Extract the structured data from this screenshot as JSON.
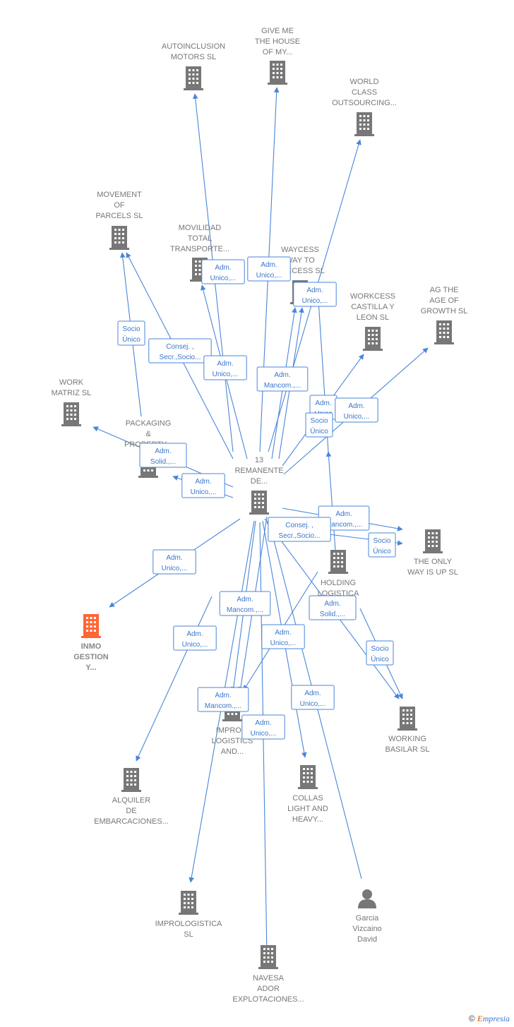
{
  "colors": {
    "edge": "#4a86d8",
    "building": "#777777",
    "highlight": "#ff6633",
    "label_text": "#3a76c8"
  },
  "nodes": [
    {
      "id": "autoinclusion",
      "icon": "building-icon",
      "label": [
        "AUTOINCLUSION",
        "MOTORS  SL"
      ]
    },
    {
      "id": "give_me",
      "icon": "building-icon",
      "label": [
        "GIVE ME",
        "THE HOUSE",
        "OF MY..."
      ]
    },
    {
      "id": "world_class",
      "icon": "building-icon",
      "label": [
        "WORLD",
        "CLASS",
        "OUTSOURCING..."
      ]
    },
    {
      "id": "movement",
      "icon": "building-icon",
      "label": [
        "MOVEMENT",
        "OF",
        "PARCELS  SL"
      ]
    },
    {
      "id": "movilidad",
      "icon": "building-icon",
      "label": [
        "MOVILIDAD",
        "TOTAL",
        "TRANSPORTE..."
      ]
    },
    {
      "id": "waycess",
      "icon": "building-icon",
      "label": [
        "WAYCESS",
        "WAY TO",
        "SUCCESS  SL"
      ]
    },
    {
      "id": "workcess",
      "icon": "building-icon",
      "label": [
        "WORKCESS",
        "CASTILLA Y",
        "LEON  SL"
      ]
    },
    {
      "id": "ag_the_age",
      "icon": "building-icon",
      "label": [
        "AG THE",
        "AGE OF",
        "GROWTH  SL"
      ]
    },
    {
      "id": "work_matriz",
      "icon": "building-icon",
      "label": [
        "WORK",
        "MATRIZ  SL"
      ]
    },
    {
      "id": "packaging",
      "icon": "building-icon",
      "label": [
        "PACKAGING",
        "&",
        "PROPERTY..."
      ]
    },
    {
      "id": "remanente",
      "icon": "building-icon",
      "label": [
        "13",
        "REMANENTE",
        "DE..."
      ]
    },
    {
      "id": "the_only_way",
      "icon": "building-icon",
      "label": [
        "THE ONLY",
        "WAY IS UP  SL"
      ]
    },
    {
      "id": "holding",
      "icon": "building-icon",
      "label": [
        "HOLDING",
        "LOGISTICA",
        "..."
      ]
    },
    {
      "id": "inmo",
      "icon": "building-icon",
      "label": [
        "INMO",
        "GESTION",
        "Y..."
      ],
      "highlight": true
    },
    {
      "id": "working_basilar",
      "icon": "building-icon",
      "label": [
        "WORKING",
        "BASILAR  SL"
      ]
    },
    {
      "id": "improvi",
      "icon": "building-icon",
      "label": [
        "IMPROVI",
        "LOGISTICS",
        "AND..."
      ]
    },
    {
      "id": "alquiler",
      "icon": "building-icon",
      "label": [
        "ALQUILER",
        "DE",
        "EMBARCACIONES..."
      ]
    },
    {
      "id": "collas",
      "icon": "building-icon",
      "label": [
        "COLLAS",
        "LIGHT AND",
        "HEAVY..."
      ]
    },
    {
      "id": "improlog",
      "icon": "building-icon",
      "label": [
        "IMPROLOGISTICA",
        "SL"
      ]
    },
    {
      "id": "garcia",
      "icon": "person-icon",
      "label": [
        "Garcia",
        "Vizcaino",
        "David"
      ]
    },
    {
      "id": "navesa",
      "icon": "building-icon",
      "label": [
        "NAVESA",
        "ADOR",
        "EXPLOTACIONES..."
      ]
    }
  ],
  "edge_labels": [
    {
      "id": "l1",
      "lines": [
        "Adm.",
        "Unico,..."
      ]
    },
    {
      "id": "l2",
      "lines": [
        "Adm.",
        "Unico,..."
      ]
    },
    {
      "id": "l3",
      "lines": [
        "Adm.",
        "Unico,..."
      ]
    },
    {
      "id": "l4",
      "lines": [
        "Socio",
        "Único"
      ]
    },
    {
      "id": "l5",
      "lines": [
        "Consej. ,",
        "Secr.,Socio..."
      ]
    },
    {
      "id": "l6",
      "lines": [
        "Adm.",
        "Unico,..."
      ]
    },
    {
      "id": "l7",
      "lines": [
        "Adm.",
        "Mancom.,..."
      ]
    },
    {
      "id": "l8",
      "lines": [
        "Adm.",
        "Unico"
      ]
    },
    {
      "id": "l9",
      "lines": [
        "Socio",
        "Único"
      ]
    },
    {
      "id": "l10",
      "lines": [
        "Adm.",
        "Unico,..."
      ]
    },
    {
      "id": "l11",
      "lines": [
        "Adm.",
        "Solid.,..."
      ]
    },
    {
      "id": "l12",
      "lines": [
        "Adm.",
        "Unico,..."
      ]
    },
    {
      "id": "l13",
      "lines": [
        "Adm.",
        "Mancom.,..."
      ]
    },
    {
      "id": "l14",
      "lines": [
        "Consej. ,",
        "Secr.,Socio..."
      ]
    },
    {
      "id": "l15",
      "lines": [
        "Socio",
        "Único"
      ]
    },
    {
      "id": "l16",
      "lines": [
        "Adm.",
        "Unico,..."
      ]
    },
    {
      "id": "l17",
      "lines": [
        "Adm.",
        "Mancom.,..."
      ]
    },
    {
      "id": "l18",
      "lines": [
        "Adm.",
        "Solid.,..."
      ]
    },
    {
      "id": "l19",
      "lines": [
        "Adm.",
        "Unico,..."
      ]
    },
    {
      "id": "l20",
      "lines": [
        "Socio",
        "Único"
      ]
    },
    {
      "id": "l21",
      "lines": [
        "Adm.",
        "Unico,..."
      ]
    },
    {
      "id": "l22",
      "lines": [
        "Adm.",
        "Mancom.,..."
      ]
    },
    {
      "id": "l23",
      "lines": [
        "Adm.",
        "Unico,..."
      ]
    },
    {
      "id": "l24",
      "lines": [
        "Adm.",
        "Unico,..."
      ]
    }
  ],
  "footer": {
    "copyright": "©",
    "brand_first": "E",
    "brand_rest": "mpresia"
  }
}
